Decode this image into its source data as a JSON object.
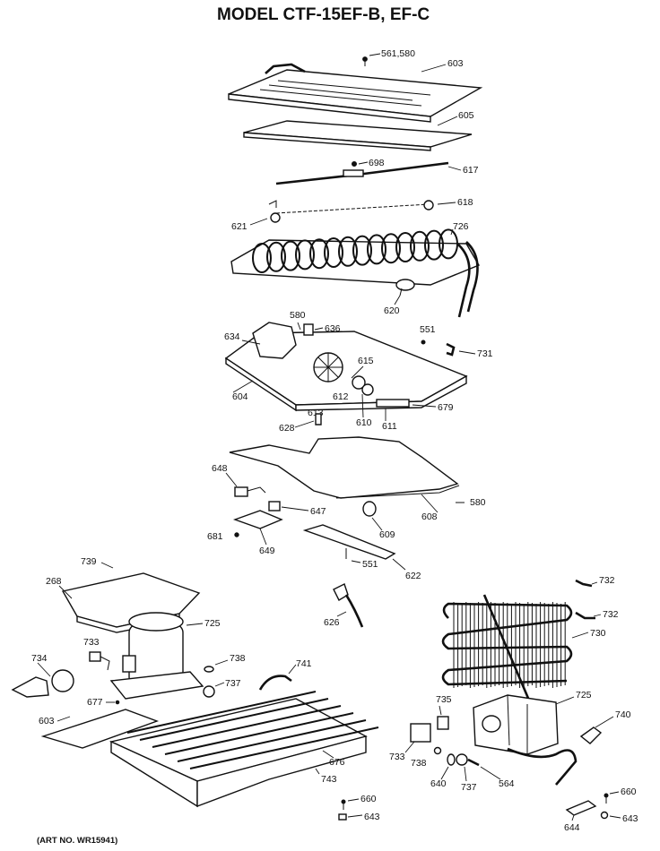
{
  "title": "MODEL CTF-15EF-B, EF-C",
  "art_number": "(ART NO. WR15941)",
  "callouts": {
    "c561580": "561,580",
    "c603_top": "603",
    "c605": "605",
    "c698": "698",
    "c617": "617",
    "c618": "618",
    "c621": "621",
    "c726": "726",
    "c620": "620",
    "c580": "580",
    "c636": "636",
    "c634": "634",
    "c551_top": "551",
    "c731": "731",
    "c615": "615",
    "c604": "604",
    "c612": "612",
    "c613": "613",
    "c628": "628",
    "c610": "610",
    "c611": "611",
    "c679": "679",
    "c648": "648",
    "c647": "647",
    "c608": "608",
    "c580_mid": "580",
    "c609": "609",
    "c681": "681",
    "c649": "649",
    "c551_mid": "551",
    "c622": "622",
    "c739": "739",
    "c268": "268",
    "c725_left": "725",
    "c626": "626",
    "c733_left": "733",
    "c734": "734",
    "c738": "738",
    "c737_left": "737",
    "c741": "741",
    "c677": "677",
    "c603_bottom": "603",
    "c676": "676",
    "c743": "743",
    "c660_left": "660",
    "c643_left": "643",
    "c732_top": "732",
    "c732_mid": "732",
    "c730": "730",
    "c725_right": "725",
    "c740": "740",
    "c735": "735",
    "c733_right": "733",
    "c738_right": "738",
    "c640": "640",
    "c737_right": "737",
    "c564": "564",
    "c660_right": "660",
    "c644": "644",
    "c643_right": "643"
  }
}
